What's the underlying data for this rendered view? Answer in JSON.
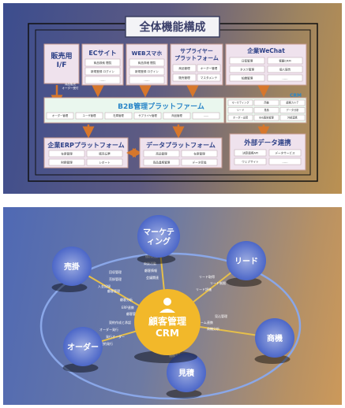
{
  "colors": {
    "box_fill": "#efe2ed",
    "box_stroke": "#c79a8e",
    "inner_fill": "#ffffff",
    "arrow": "#d6772c",
    "b2b_fill": "#eaf7ee",
    "b2b_text": "#2a86c8",
    "crm_circle": "#4c67c8",
    "crm_center": "#f2b82a",
    "spoke": "#e6bf4a"
  },
  "diagram1": {
    "title": "全体機能構成",
    "hanbai": {
      "title": "販売用\nI/F",
      "note": "商品販売\nオーダー受付"
    },
    "ec": {
      "title": "ECサイト",
      "items": [
        "商品検索 閲覧",
        "新規登録 ログイン",
        "……"
      ]
    },
    "web": {
      "title": "WEBスマホ",
      "items": [
        "商品詳細 閲覧",
        "新規登録 ログイン",
        "……"
      ]
    },
    "supplier": {
      "title": "サプライヤー\nプラットフォーム",
      "items": [
        "商品管理",
        "オーダー管理",
        "販売管理",
        "マスタメンテ"
      ]
    },
    "wechat": {
      "title": "企業WeChat",
      "items": [
        "日程管理",
        "客観CRM",
        "タスク管理",
        "個人報告",
        "知識管理",
        "……"
      ]
    },
    "b2b": {
      "title": "B2B管理プラットファーム",
      "items": [
        "オーダー管理",
        "ユーザ管理",
        "在庫管理",
        "サプライヤ管理",
        "商品管理",
        "……"
      ]
    },
    "crm": {
      "label": "CRM",
      "items": [
        "マーケティング",
        "商機",
        "顧客カルテ",
        "リード",
        "見積",
        "データ分析",
        "オーダー出荷",
        "BI&報告管理",
        "外部連携"
      ]
    },
    "erp": {
      "title": "企業ERPプラットフォーム",
      "items": [
        "在庫管理",
        "販売伝票",
        "財務管理",
        "レポート"
      ]
    },
    "data": {
      "title": "データプラットフォーム",
      "items": [
        "商品管理",
        "在庫管理",
        "商品連携管理",
        "データ変換"
      ]
    },
    "external": {
      "title": "外部データ連携",
      "items": [
        "決算連携API",
        "データサービス",
        "ウェブサイト",
        "……"
      ]
    }
  },
  "diagram2": {
    "center": "顧客管理\nCRM",
    "nodes": {
      "marketing": "マーケテ\nィング",
      "lead": "リード",
      "deal": "商機",
      "quote": "見積",
      "order": "オーダー",
      "sales": "売掛"
    },
    "labels": {
      "marketing": [
        "個別活動",
        "商談活動",
        "顧客情報",
        "会議関連"
      ],
      "lead": [
        "リード取得",
        "リード制限",
        "リード評価"
      ],
      "deal": [
        "見込管理",
        "チーム連携",
        "商機分析"
      ],
      "quote": [
        "見積作成",
        "価格承認",
        "見積管理"
      ],
      "order": [
        "契約作成と承認",
        "オーダー発行",
        "発行オーダー",
        "契約発行"
      ],
      "sales": [
        "回収管理",
        "売掛管理",
        "入金記録"
      ],
      "center": [
        "顧客管理",
        "顧客分析",
        "ERP連携",
        "顧客管理"
      ]
    }
  }
}
